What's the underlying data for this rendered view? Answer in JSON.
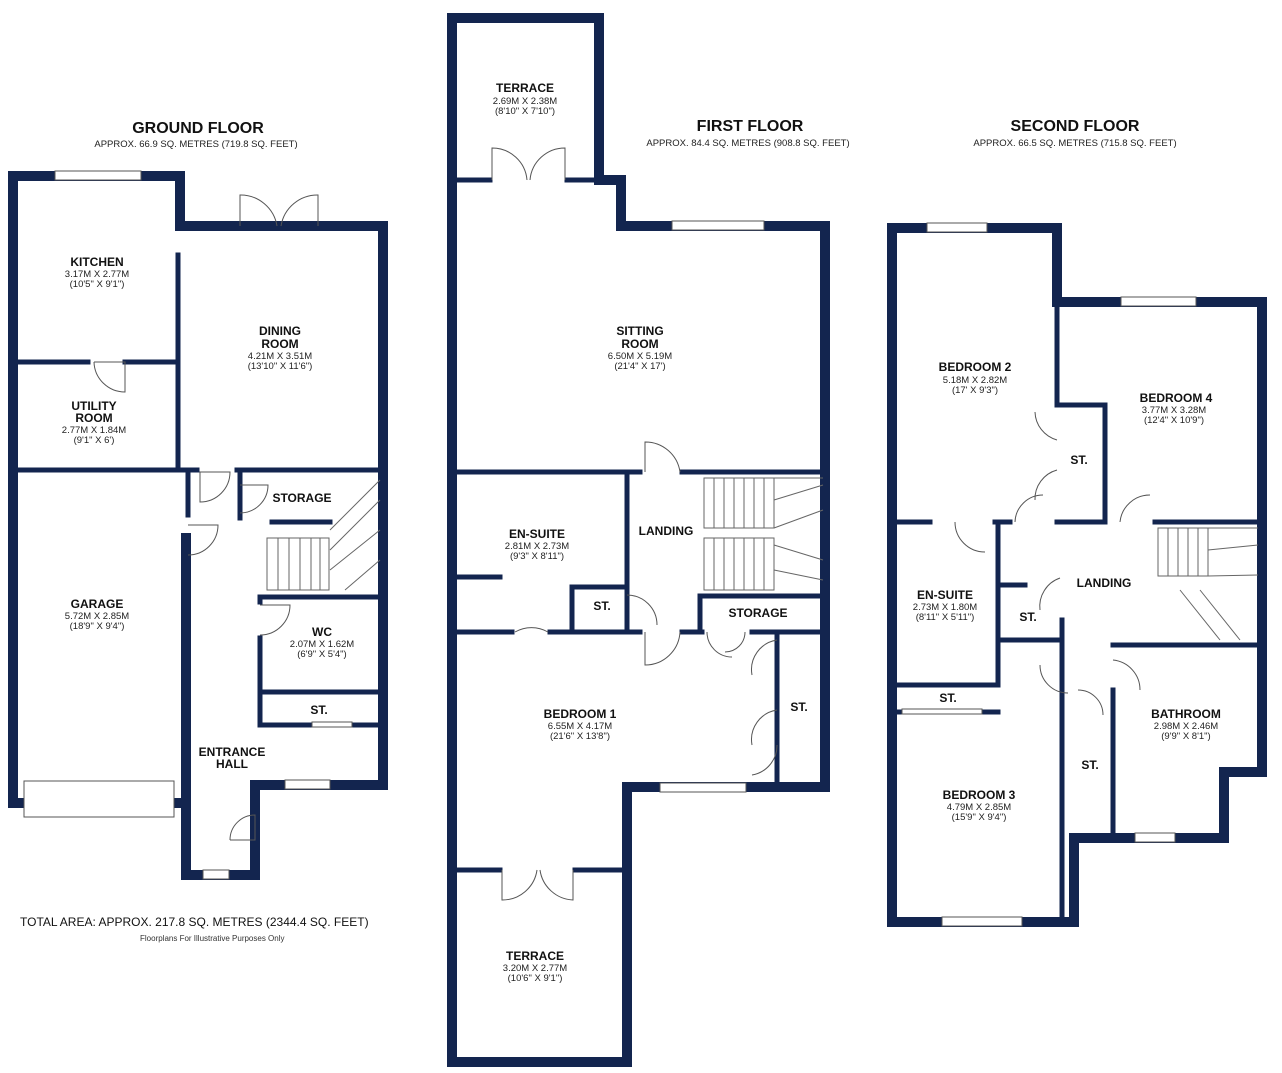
{
  "floors": [
    {
      "title": "GROUND FLOOR",
      "area": "APPROX. 66.9 SQ. METRES (719.8 SQ. FEET)"
    },
    {
      "title": "FIRST FLOOR",
      "area": "APPROX. 84.4 SQ. METRES (908.8 SQ. FEET)"
    },
    {
      "title": "SECOND FLOOR",
      "area": "APPROX. 66.5 SQ. METRES (715.8 SQ. FEET)"
    }
  ],
  "rooms": {
    "kitchen": {
      "name": "KITCHEN",
      "metric": "3.17M X 2.77M",
      "imperial": "(10'5\" X 9'1\")"
    },
    "dining": {
      "name1": "DINING",
      "name2": "ROOM",
      "metric": "4.21M X 3.51M",
      "imperial": "(13'10\" X 11'6\")"
    },
    "utility": {
      "name1": "UTILITY",
      "name2": "ROOM",
      "metric": "2.77M X 1.84M",
      "imperial": "(9'1\" X 6')"
    },
    "storage_g": {
      "name": "STORAGE"
    },
    "garage": {
      "name": "GARAGE",
      "metric": "5.72M X 2.85M",
      "imperial": "(18'9\" X 9'4\")"
    },
    "wc": {
      "name": "WC",
      "metric": "2.07M X 1.62M",
      "imperial": "(6'9\" X 5'4\")"
    },
    "st_g": {
      "name": "ST."
    },
    "entrance": {
      "name1": "ENTRANCE",
      "name2": "HALL"
    },
    "terrace_top": {
      "name": "TERRACE",
      "metric": "2.69M X 2.38M",
      "imperial": "(8'10\" X 7'10\")"
    },
    "sitting": {
      "name1": "SITTING",
      "name2": "ROOM",
      "metric": "6.50M X 5.19M",
      "imperial": "(21'4\" X 17')"
    },
    "ensuite_1": {
      "name": "EN-SUITE",
      "metric": "2.81M X 2.73M",
      "imperial": "(9'3\" X 8'11\")"
    },
    "landing_1": {
      "name": "LANDING"
    },
    "st_1a": {
      "name": "ST."
    },
    "storage_1": {
      "name": "STORAGE"
    },
    "st_1b": {
      "name": "ST."
    },
    "bedroom1": {
      "name": "BEDROOM 1",
      "metric": "6.55M X 4.17M",
      "imperial": "(21'6\" X 13'8\")"
    },
    "terrace_bottom": {
      "name": "TERRACE",
      "metric": "3.20M X 2.77M",
      "imperial": "(10'6\" X 9'1\")"
    },
    "bedroom2": {
      "name": "BEDROOM 2",
      "metric": "5.18M X 2.82M",
      "imperial": "(17' X 9'3\")"
    },
    "bedroom4": {
      "name": "BEDROOM 4",
      "metric": "3.77M X 3.28M",
      "imperial": "(12'4\" X 10'9\")"
    },
    "st_2a": {
      "name": "ST."
    },
    "ensuite_2": {
      "name": "EN-SUITE",
      "metric": "2.73M X 1.80M",
      "imperial": "(8'11\" X 5'11\")"
    },
    "st_2b": {
      "name": "ST."
    },
    "landing_2": {
      "name": "LANDING"
    },
    "st_2c": {
      "name": "ST."
    },
    "bathroom": {
      "name": "BATHROOM",
      "metric": "2.98M X 2.46M",
      "imperial": "(9'9\" X 8'1\")"
    },
    "st_2d": {
      "name": "ST."
    },
    "bedroom3": {
      "name": "BEDROOM 3",
      "metric": "4.79M X 2.85M",
      "imperial": "(15'9\" X 9'4\")"
    }
  },
  "footer": {
    "total": "TOTAL AREA: APPROX. 217.8 SQ. METRES (2344.4 SQ. FEET)",
    "note": "Floorplans For Illustrative Purposes Only"
  },
  "colors": {
    "wall": "#13254f",
    "background": "#ffffff"
  }
}
